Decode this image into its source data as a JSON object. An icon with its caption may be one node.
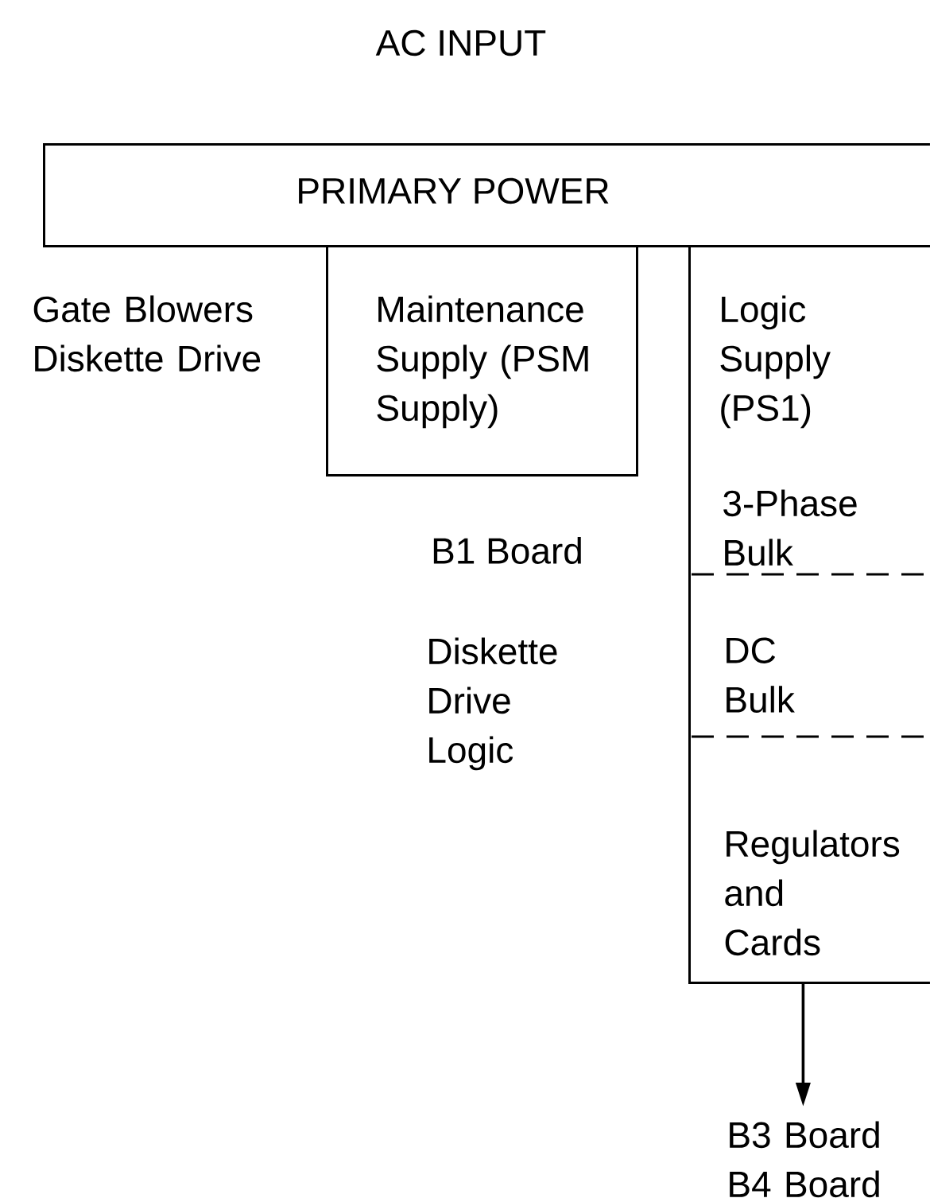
{
  "diagram": {
    "nodes": [
      {
        "text": [
          "PRIMARY POWER"
        ]
      },
      {
        "text": [
          "Maintenance Supply (PSM Supply)"
        ]
      },
      {
        "text": [
          "Logic Supply (PS1)"
        ]
      },
      {
        "text": [
          "3-Phase Bulk"
        ],
        "in": 2
      },
      {
        "text": [
          "DC Bulk"
        ],
        "in": 2
      },
      {
        "text": [
          "Regulators and Cards"
        ],
        "in": 2
      },
      {
        "text": [
          "B3 Board B4 Board"
        ]
      }
    ],
    "edges": [
      {
        "from": 5,
        "to": 6,
        "arrow": "to"
      }
    ],
    "labels": [
      "AC INPUT",
      "Gate Blowers Diskette Drive",
      "B1 Board",
      "Diskette Drive Logic"
    ]
  }
}
